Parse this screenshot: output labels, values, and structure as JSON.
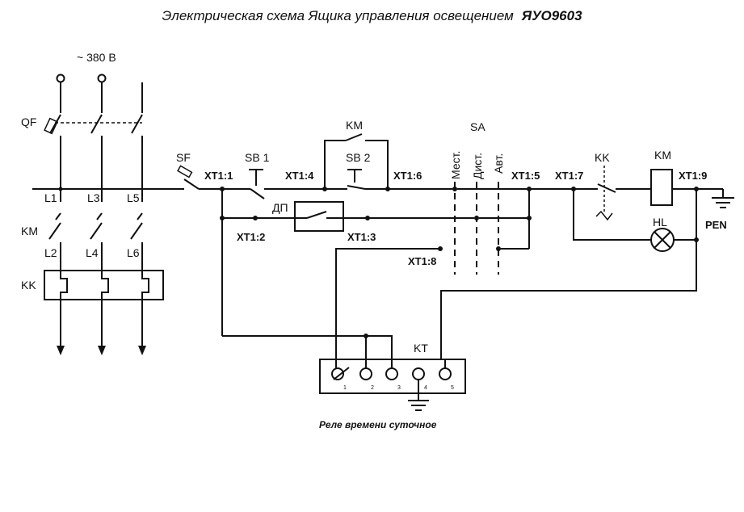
{
  "title": {
    "text": "Электрическая схема Ящика управления освещением",
    "code": "ЯУО9603"
  },
  "labels": {
    "voltage": "~ 380 В",
    "qf": "QF",
    "km_power": "KM",
    "kk_power": "KK",
    "l1": "L1",
    "l3": "L3",
    "l5": "L5",
    "l2": "L2",
    "l4": "L4",
    "l6": "L6",
    "sf": "SF",
    "sb1": "SB 1",
    "sb2": "SB 2",
    "km_contact": "KM",
    "dp": "ДП",
    "sa": "SA",
    "sa_mest": "Мест.",
    "sa_dist": "Дист.",
    "sa_avt": "Авт.",
    "kk_contact": "KK",
    "km_coil": "KM",
    "hl": "HL",
    "pen": "PEN",
    "kt": "KT",
    "kt_caption": "Реле времени суточное",
    "xt1_1": "XT1:1",
    "xt1_2": "XT1:2",
    "xt1_3": "XT1:3",
    "xt1_4": "XT1:4",
    "xt1_5": "XT1:5",
    "xt1_6": "XT1:6",
    "xt1_7": "XT1:7",
    "xt1_8": "XT1:8",
    "xt1_9": "XT1:9",
    "kt_t1": "1",
    "kt_t2": "2",
    "kt_t3": "3",
    "kt_t4": "4",
    "kt_t5": "5"
  }
}
